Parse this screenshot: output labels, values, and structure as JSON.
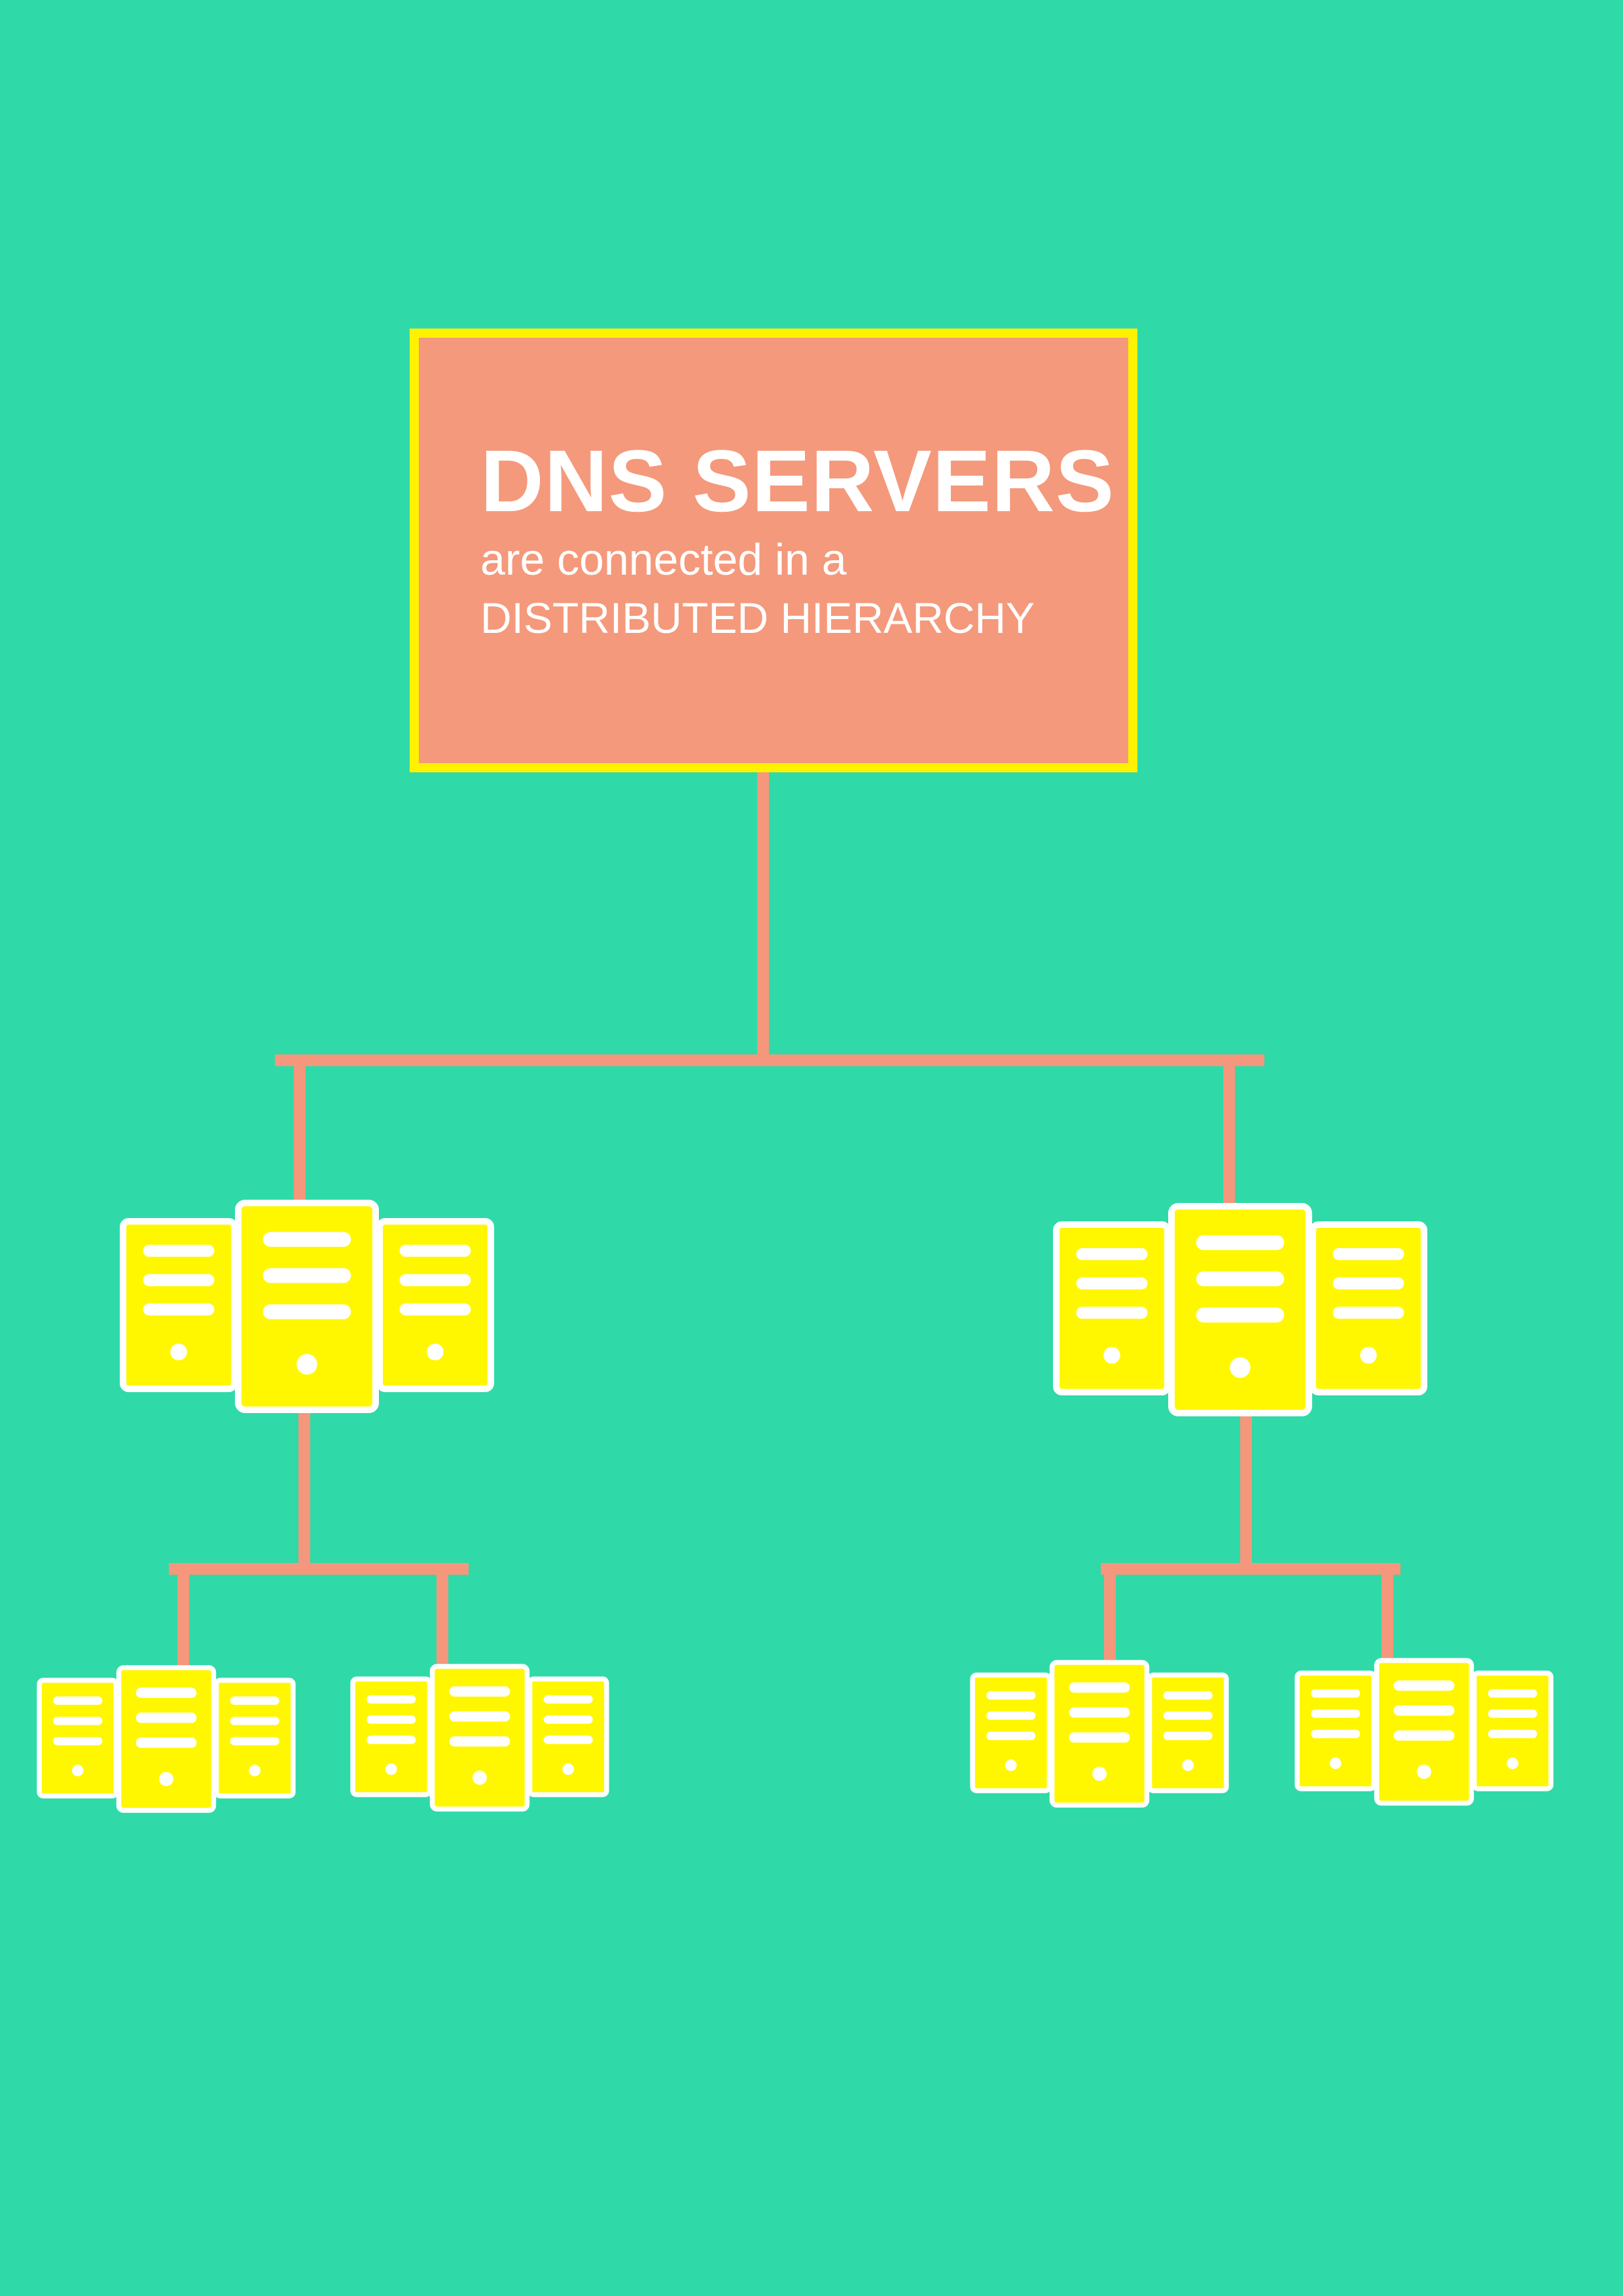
{
  "title": {
    "heading": "DNS SERVERS",
    "line1": "are connected in a",
    "line2": "DISTRIBUTED HIERARCHY"
  },
  "colors": {
    "background": "#2FDAA8",
    "box_fill": "#F4997B",
    "box_border": "#FFF200",
    "connector": "#F4977C",
    "server_fill": "#FFF700",
    "server_outline": "#FFFFFF",
    "text": "#FFFFFF"
  },
  "hierarchy": {
    "root": "title-box",
    "level1": [
      {
        "id": "server-group-left",
        "icon": "server-cluster-icon"
      },
      {
        "id": "server-group-right",
        "icon": "server-cluster-icon"
      }
    ],
    "level2": [
      {
        "id": "server-group-left-a",
        "parent": "server-group-left",
        "icon": "server-cluster-icon"
      },
      {
        "id": "server-group-left-b",
        "parent": "server-group-left",
        "icon": "server-cluster-icon"
      },
      {
        "id": "server-group-right-a",
        "parent": "server-group-right",
        "icon": "server-cluster-icon"
      },
      {
        "id": "server-group-right-b",
        "parent": "server-group-right",
        "icon": "server-cluster-icon"
      }
    ]
  }
}
